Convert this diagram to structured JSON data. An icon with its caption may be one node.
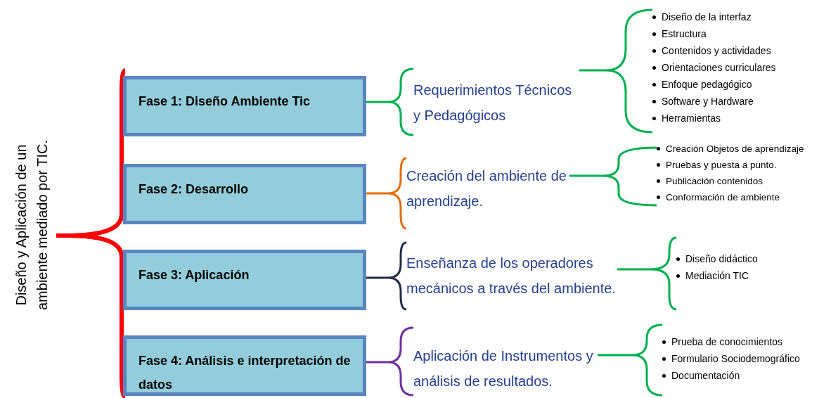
{
  "diagram": {
    "nodes": [
      {
        "text": [
          "Diseño y Aplicación de un ambiente mediado por TIC."
        ]
      },
      {
        "text": [
          "Fase 1: Diseño Ambiente Tic"
        ]
      },
      {
        "text": [
          "Fase 2: Desarrollo"
        ]
      },
      {
        "text": [
          "Fase 3: Aplicación"
        ]
      },
      {
        "text": [
          "Fase 4: Análisis e interpretación  de datos"
        ]
      },
      {
        "text": [
          "Requerimientos Técnicos y Pedagógicos"
        ]
      },
      {
        "text": [
          "Creación del ambiente de aprendizaje."
        ]
      },
      {
        "text": [
          "Enseñanza de los operadores mecánicos a través del ambiente."
        ]
      },
      {
        "text": [
          "Aplicación de Instrumentos y análisis de resultados."
        ]
      },
      {
        "text": [
          "Diseño de la interfaz",
          "Estructura",
          "Contenidos y actividades",
          "Orientaciones curriculares",
          "Enfoque pedagógico",
          "Software y Hardware",
          "Herramientas"
        ]
      },
      {
        "text": [
          "Creación Objetos de aprendizaje",
          "Pruebas y puesta a punto.",
          "Publicación contenidos",
          "Conformación de ambiente"
        ]
      },
      {
        "text": [
          "Diseño didáctico",
          "Mediación TIC"
        ]
      },
      {
        "text": [
          "Prueba de conocimientos",
          "Formulario Sociodemográfico",
          "Documentación"
        ]
      }
    ],
    "edges": [
      {
        "from": 0,
        "to": 1,
        "arrow": "none",
        "style": "thick",
        "color": "#ff0000"
      },
      {
        "from": 0,
        "to": 2,
        "arrow": "none",
        "style": "thick",
        "color": "#ff0000"
      },
      {
        "from": 0,
        "to": 3,
        "arrow": "none",
        "style": "thick",
        "color": "#ff0000"
      },
      {
        "from": 0,
        "to": 4,
        "arrow": "none",
        "style": "thick",
        "color": "#ff0000"
      },
      {
        "from": 1,
        "to": 5,
        "arrow": "none"
      },
      {
        "from": 2,
        "to": 6,
        "arrow": "none",
        "color": "#e46c0a"
      },
      {
        "from": 3,
        "to": 7,
        "arrow": "none",
        "color": "#1f2d4a"
      },
      {
        "from": 4,
        "to": 8,
        "arrow": "none",
        "color": "#7030a0"
      },
      {
        "from": 5,
        "to": 9,
        "arrow": "none"
      },
      {
        "from": 6,
        "to": 10,
        "arrow": "none"
      },
      {
        "from": 7,
        "to": 11,
        "arrow": "none"
      },
      {
        "from": 8,
        "to": 12,
        "arrow": "none"
      }
    ]
  }
}
